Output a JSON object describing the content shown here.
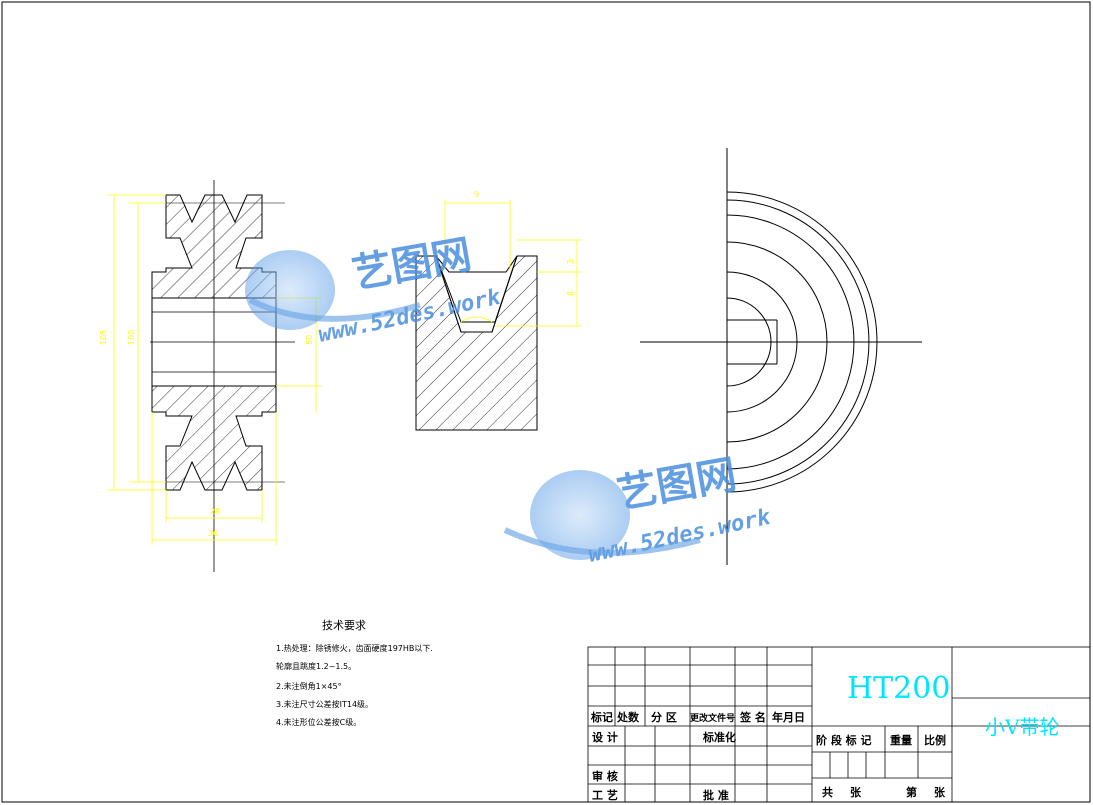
{
  "tech_requirements": {
    "title": "技术要求",
    "items": [
      "1.热处理：除锈修火，齿面硬度197HB以下.",
      "轮廓且跳度1.2~1.5。",
      "2.未注倒角1×45°",
      "3.未注尺寸公差按IT14级。",
      "4.未注形位公差按C级。"
    ]
  },
  "dimensions": {
    "outer_dia": "105",
    "inner_dia": "100",
    "hub_dia": "50",
    "groove_w": "9",
    "groove_h1": "3",
    "groove_h2": "8",
    "bottom_w1": "28",
    "bottom_w2": "36"
  },
  "title_block": {
    "material": "HT200",
    "part_name": "小V带轮",
    "rev_headers": [
      "标记",
      "处数",
      "分 区",
      "更改文件号",
      "签 名",
      "年月日"
    ],
    "design": "设 计",
    "standardize": "标准化",
    "review": "审 核",
    "process": "工 艺",
    "approve": "批 准",
    "stage_headers": [
      "阶 段 标 记",
      "重量",
      "比例"
    ],
    "total": "共",
    "sheet_of": "张",
    "sheet_no": "第",
    "sheet_unit": "张"
  },
  "watermark": {
    "brand": "艺图网",
    "url": "www.52des.work"
  },
  "colors": {
    "line": "#000000",
    "dimension": "#ffff00",
    "material_text": "#00e5ff",
    "watermark": "#4a8fe0"
  }
}
